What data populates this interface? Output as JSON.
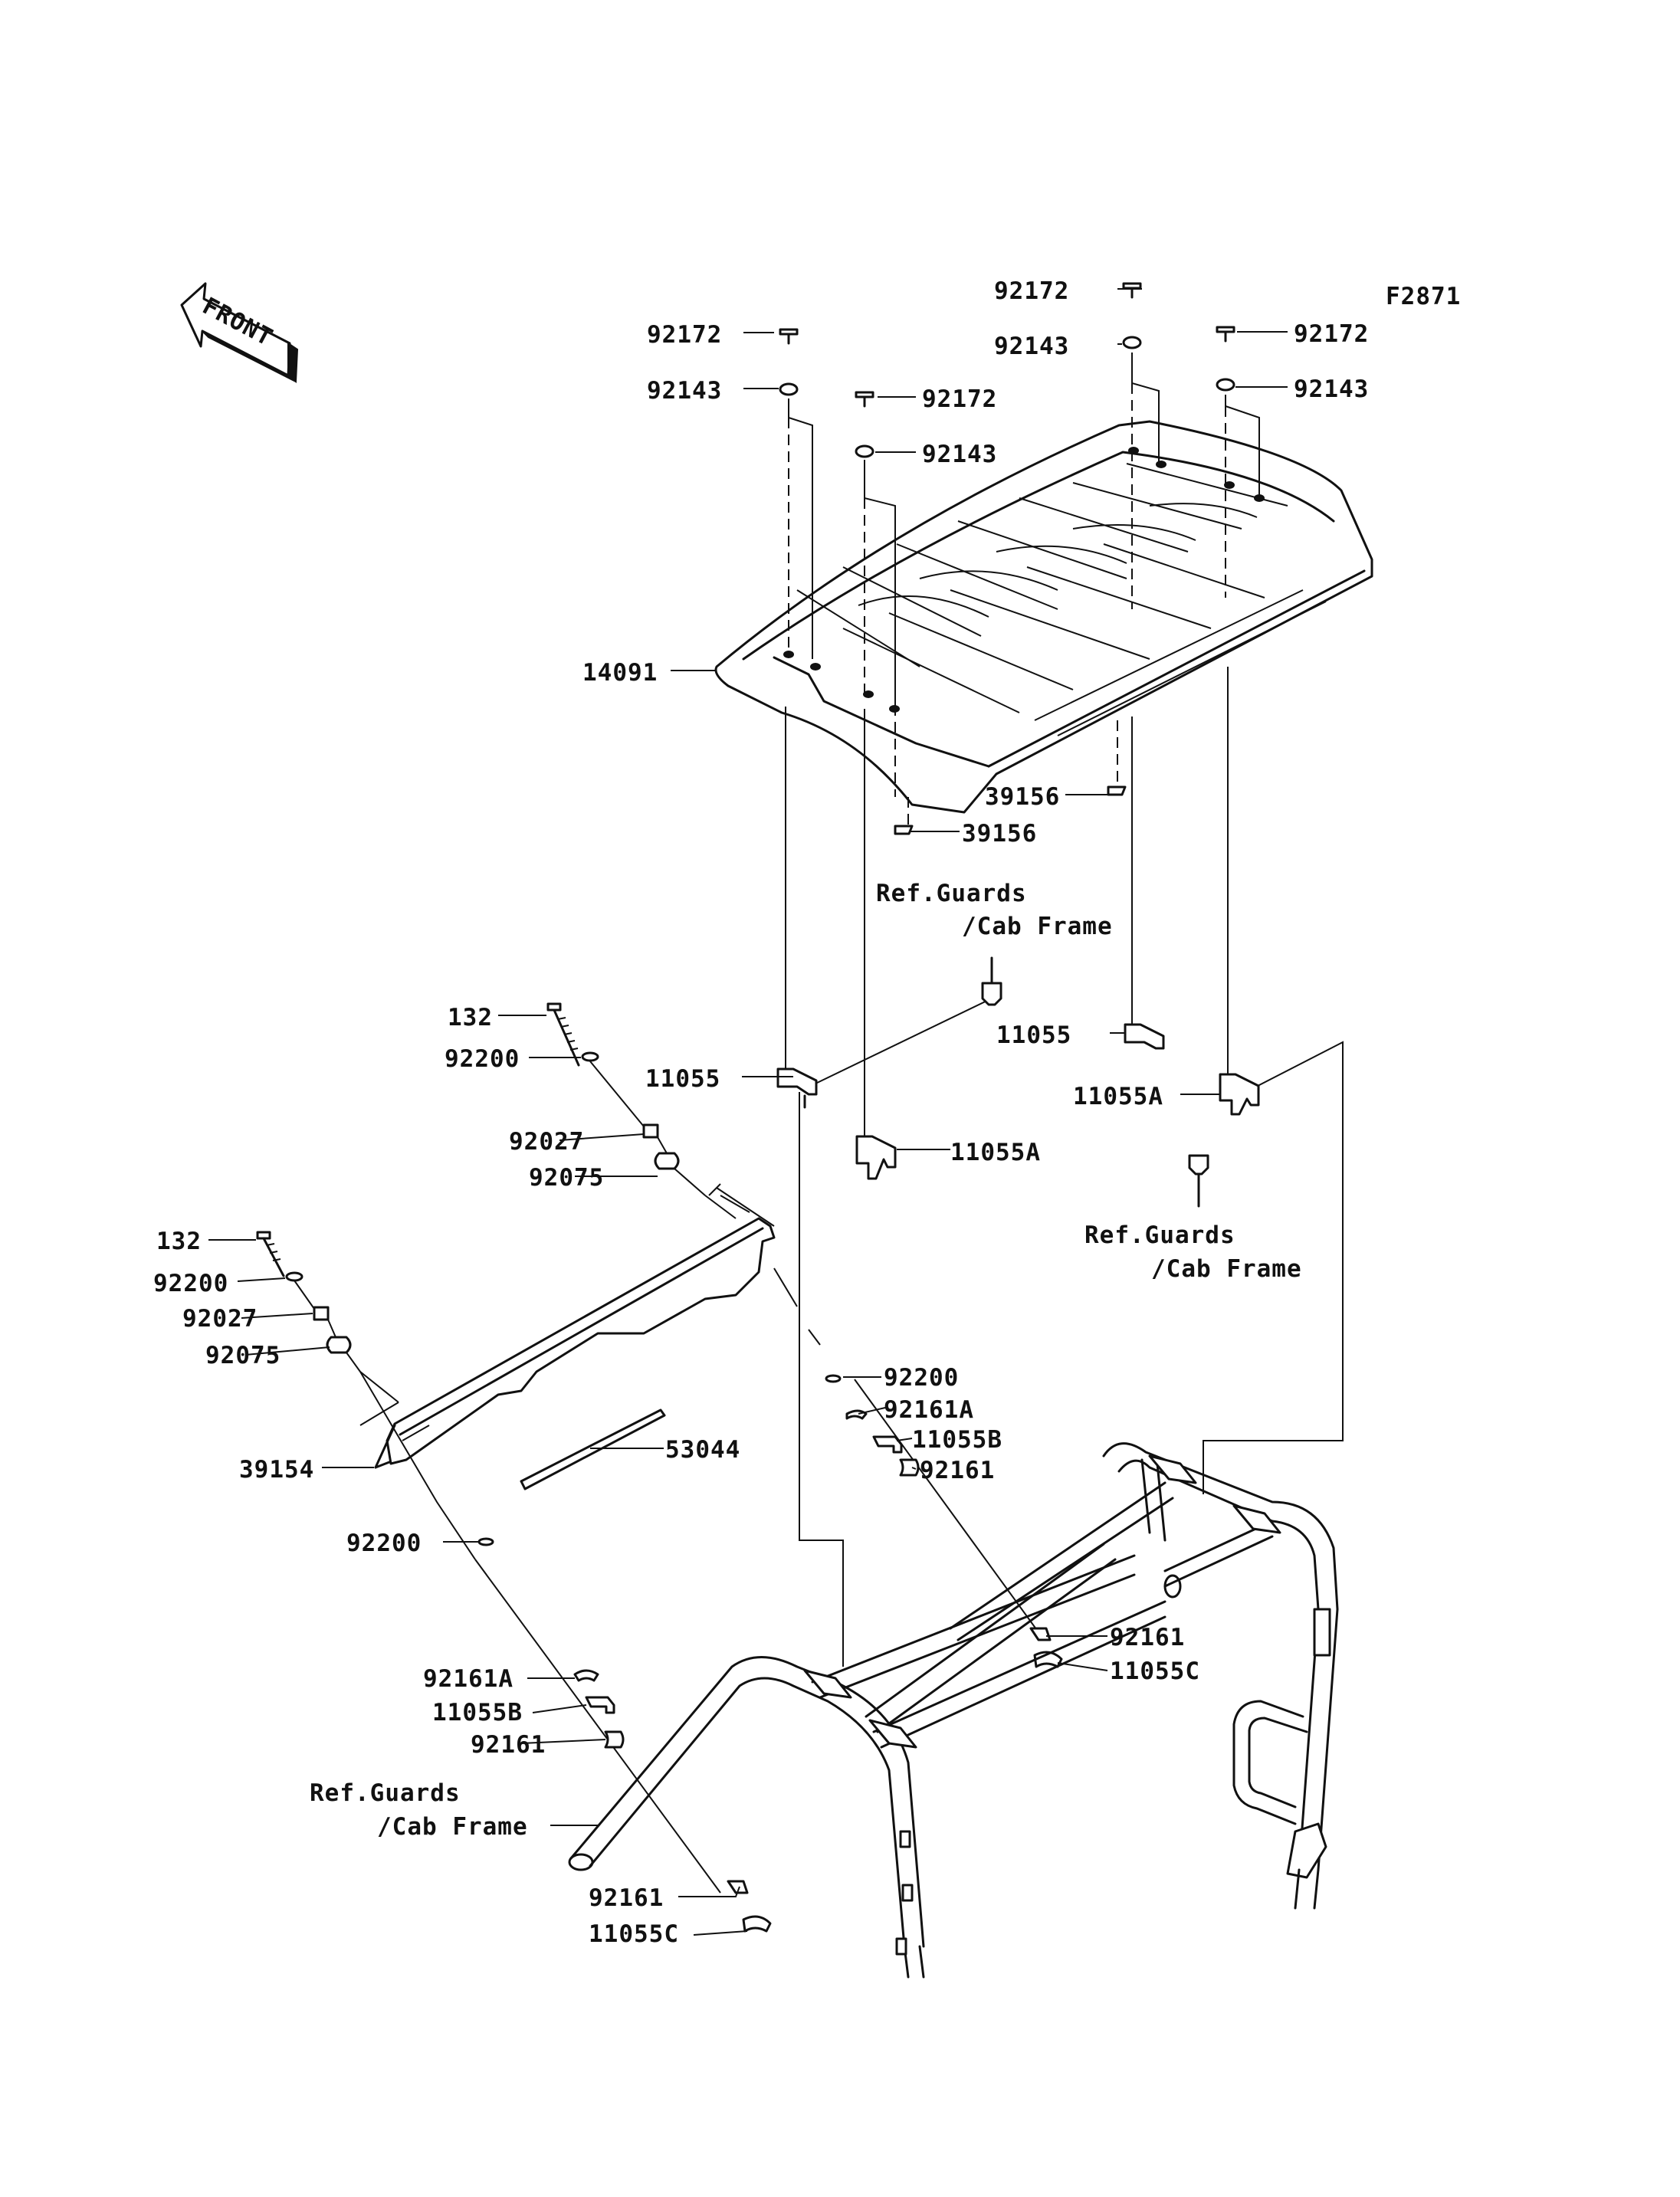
{
  "figure_code": "F2871",
  "front_arrow": {
    "text": "FRONT",
    "icon": "front-direction-arrow-icon"
  },
  "labels": {
    "l01": "92172",
    "l02": "92143",
    "l03": "92172",
    "l04": "92143",
    "l05": "92172",
    "l06": "92143",
    "l07": "92172",
    "l08": "92143",
    "l09": "14091",
    "l10": "39156",
    "l11": "39156",
    "l12": "Ref.Guards",
    "l13": "/Cab Frame",
    "l14": "132",
    "l15": "92200",
    "l16": "92027",
    "l17": "92075",
    "l18": "11055",
    "l19": "11055A",
    "l20": "11055",
    "l21": "11055A",
    "l22": "Ref.Guards",
    "l23": "/Cab Frame",
    "l24": "132",
    "l25": "92200",
    "l26": "92027",
    "l27": "92075",
    "l28": "92200",
    "l29": "92161A",
    "l30": "11055B",
    "l31": "92161",
    "l32": "39154",
    "l33": "53044",
    "l34": "92200",
    "l35": "92161",
    "l36": "11055C",
    "l37": "92161A",
    "l38": "11055B",
    "l39": "92161",
    "l40": "Ref.Guards",
    "l41": "/Cab Frame",
    "l42": "92161",
    "l43": "11055C"
  }
}
